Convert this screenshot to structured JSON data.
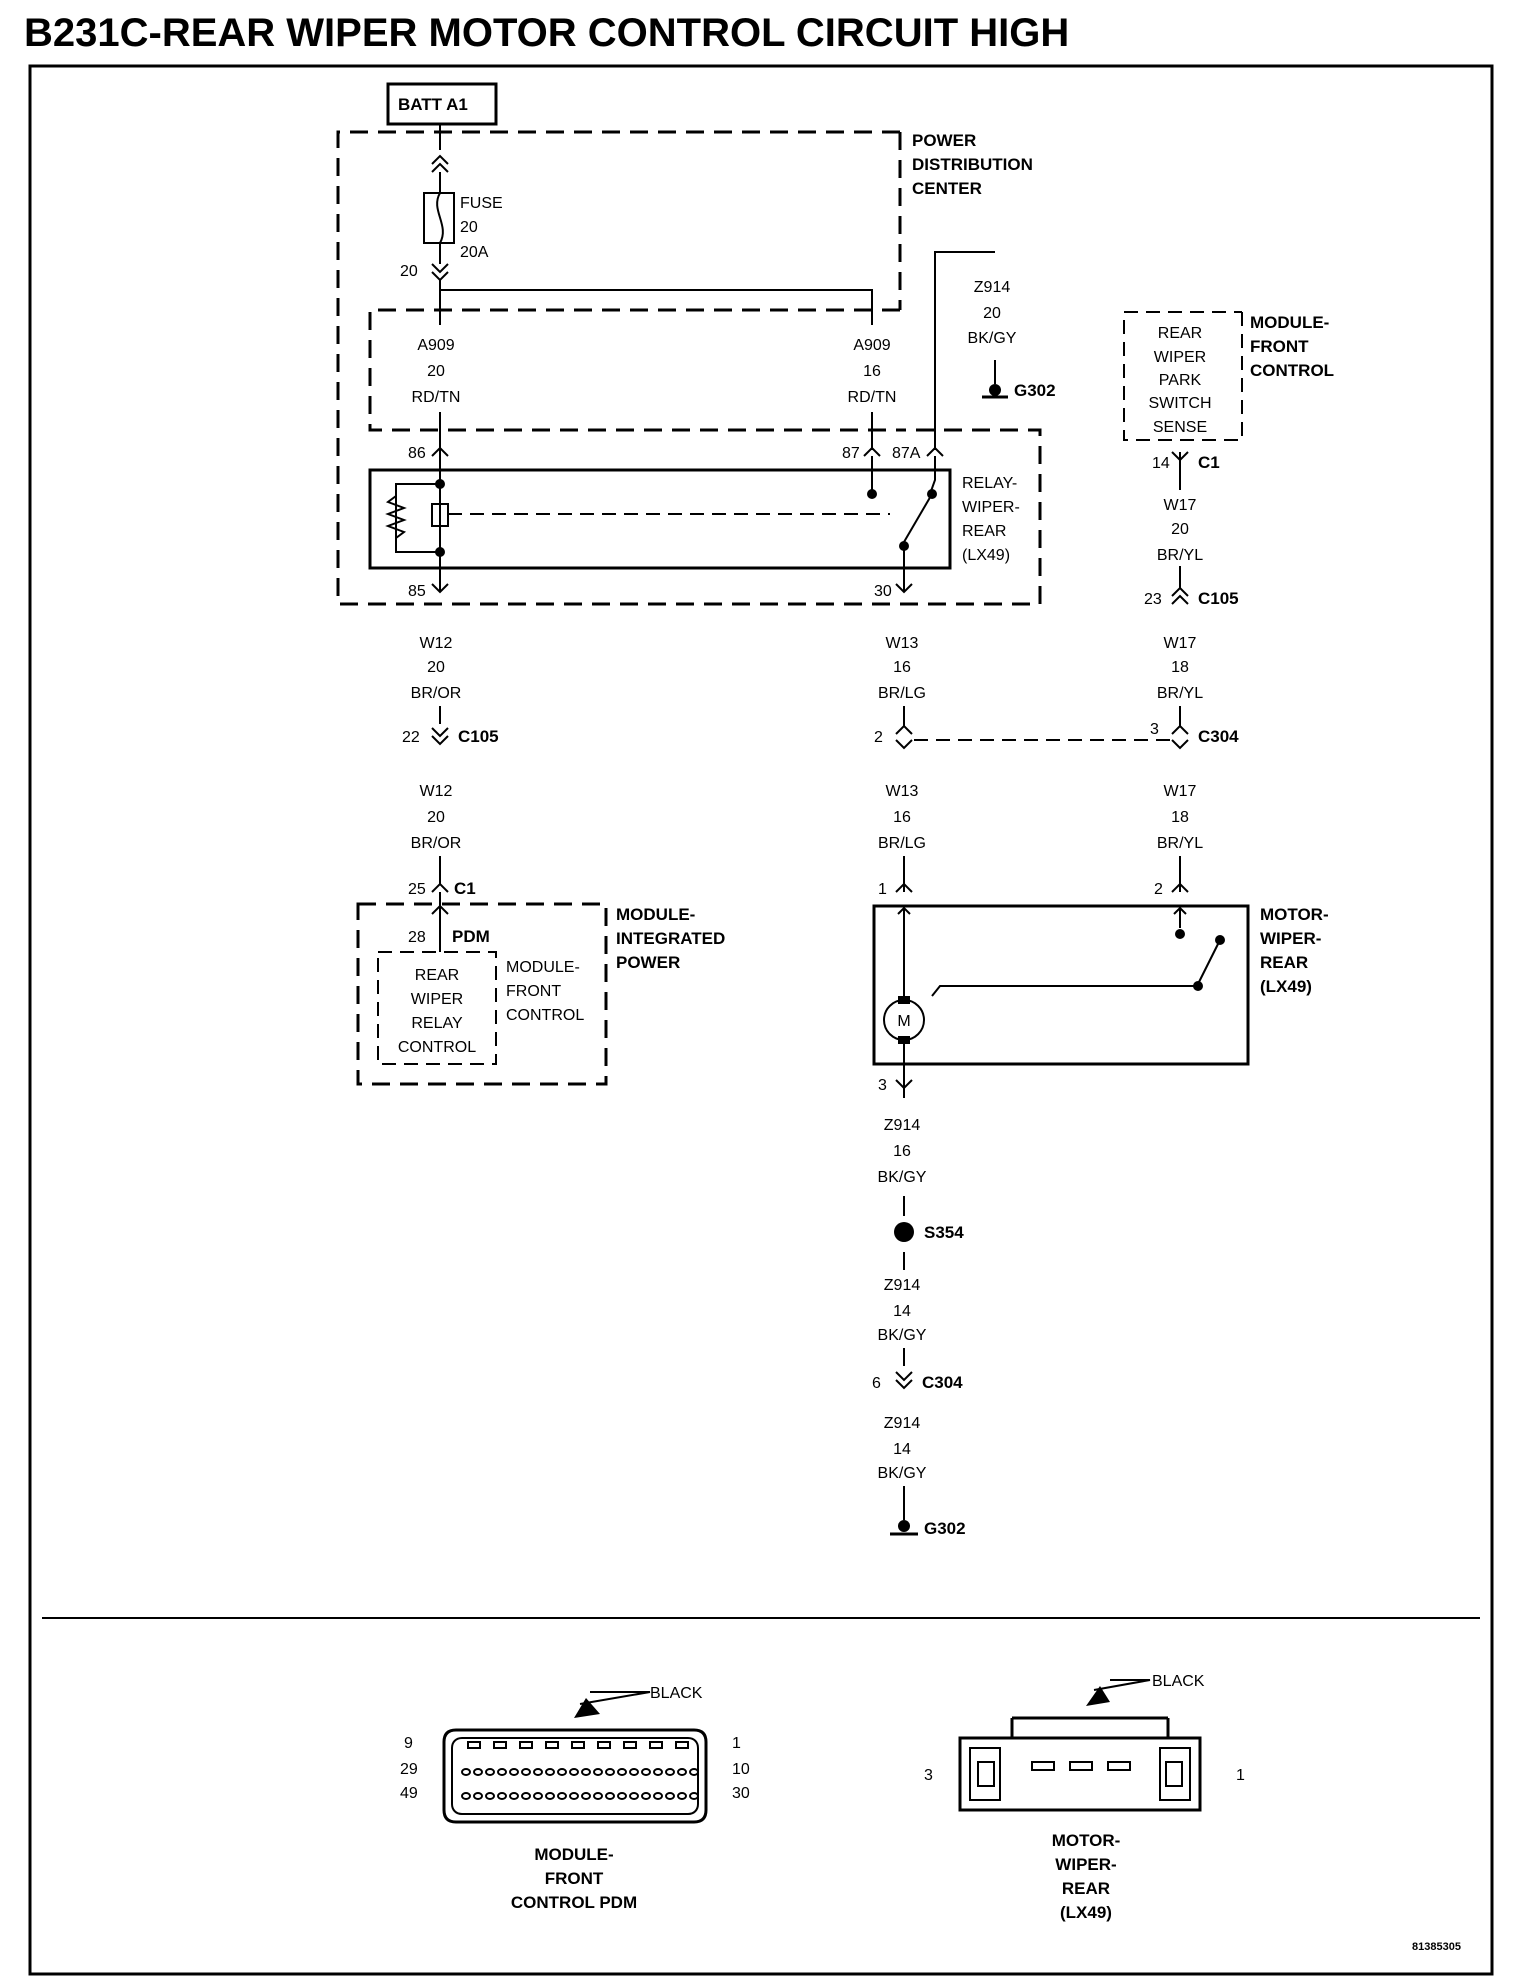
{
  "title": "B231C-REAR WIPER MOTOR CONTROL CIRCUIT HIGH",
  "batt": "BATT A1",
  "pdc": {
    "line1": "POWER",
    "line2": "DISTRIBUTION",
    "line3": "CENTER"
  },
  "fuse": {
    "l1": "FUSE",
    "l2": "20",
    "l3": "20A",
    "pin": "20"
  },
  "wire_a909_left": {
    "circuit": "A909",
    "gauge": "20",
    "color": "RD/TN"
  },
  "wire_a909_right": {
    "circuit": "A909",
    "gauge": "16",
    "color": "RD/TN"
  },
  "wire_z914_top": {
    "circuit": "Z914",
    "gauge": "20",
    "color": "BK/GY"
  },
  "ground_top": "G302",
  "relay": {
    "pin86": "86",
    "pin87": "87",
    "pin87a": "87A",
    "pin85": "85",
    "pin30": "30",
    "l1": "RELAY-",
    "l2": "WIPER-",
    "l3": "REAR",
    "l4": "(LX49)"
  },
  "fcm_top": {
    "s1": "REAR",
    "s2": "WIPER",
    "s3": "PARK",
    "s4": "SWITCH",
    "s5": "SENSE",
    "n1": "MODULE-",
    "n2": "FRONT",
    "n3": "CONTROL",
    "pin": "14",
    "conn": "C1"
  },
  "w17_a": {
    "circuit": "W17",
    "gauge": "20",
    "color": "BR/YL"
  },
  "c105_right": {
    "pin": "23",
    "conn": "C105"
  },
  "w17_b": {
    "circuit": "W17",
    "gauge": "18",
    "color": "BR/YL"
  },
  "c304_top": {
    "pin_left": "2",
    "pin_right": "3",
    "conn": "C304"
  },
  "w17_c": {
    "circuit": "W17",
    "gauge": "18",
    "color": "BR/YL"
  },
  "w12_a": {
    "circuit": "W12",
    "gauge": "20",
    "color": "BR/OR"
  },
  "c105_left": {
    "pin": "22",
    "conn": "C105"
  },
  "w12_b": {
    "circuit": "W12",
    "gauge": "20",
    "color": "BR/OR"
  },
  "c1_left": {
    "pin": "25",
    "conn": "C1"
  },
  "w13_a": {
    "circuit": "W13",
    "gauge": "16",
    "color": "BR/LG"
  },
  "w13_b": {
    "circuit": "W13",
    "gauge": "16",
    "color": "BR/LG"
  },
  "ipm": {
    "n1": "MODULE-",
    "n2": "INTEGRATED",
    "n3": "POWER",
    "pin": "28",
    "conn": "PDM",
    "r1": "REAR",
    "r2": "WIPER",
    "r3": "RELAY",
    "r4": "CONTROL",
    "f1": "MODULE-",
    "f2": "FRONT",
    "f3": "CONTROL"
  },
  "motor": {
    "pin1": "1",
    "pin2": "2",
    "pin3": "3",
    "symbol": "M",
    "l1": "MOTOR-",
    "l2": "WIPER-",
    "l3": "REAR",
    "l4": "(LX49)"
  },
  "z914_a": {
    "circuit": "Z914",
    "gauge": "16",
    "color": "BK/GY"
  },
  "splice": "S354",
  "z914_b": {
    "circuit": "Z914",
    "gauge": "14",
    "color": "BK/GY"
  },
  "c304_bottom": {
    "pin": "6",
    "conn": "C304"
  },
  "z914_c": {
    "circuit": "Z914",
    "gauge": "14",
    "color": "BK/GY"
  },
  "ground_bottom": "G302",
  "connector_fcm": {
    "color": "BLACK",
    "pin9": "9",
    "pin29": "29",
    "pin49": "49",
    "pin1": "1",
    "pin10": "10",
    "pin30": "30",
    "n1": "MODULE-",
    "n2": "FRONT",
    "n3": "CONTROL PDM"
  },
  "connector_motor": {
    "color": "BLACK",
    "pin3": "3",
    "pin1": "1",
    "n1": "MOTOR-",
    "n2": "WIPER-",
    "n3": "REAR",
    "n4": "(LX49)"
  },
  "figure_id": "81385305"
}
